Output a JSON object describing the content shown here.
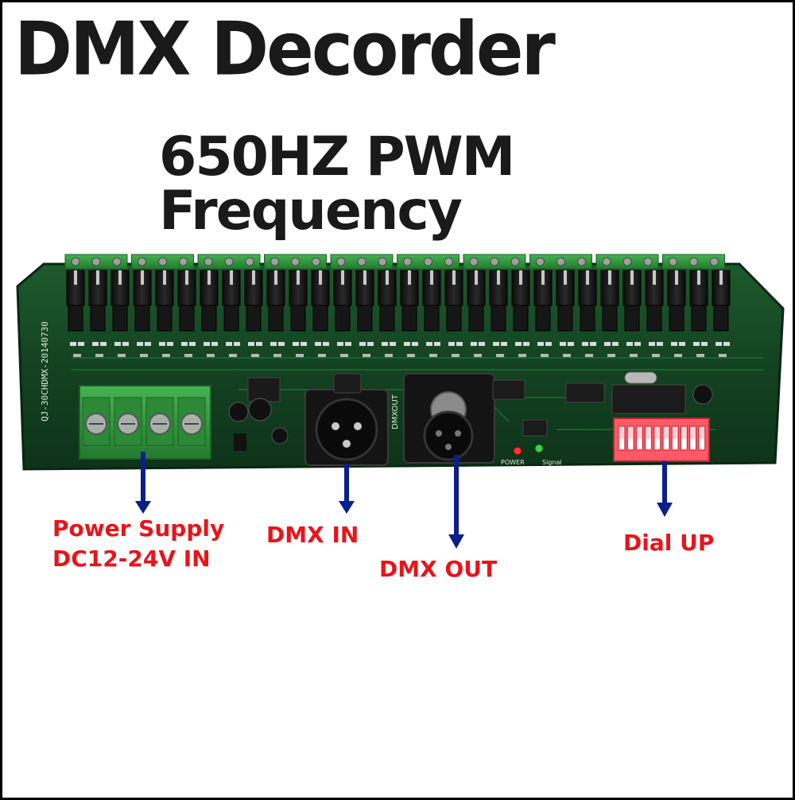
{
  "title": "DMX Decorder",
  "subtitle": "650HZ PWM Frequency",
  "callouts": {
    "power_line1": "Power Supply",
    "power_line2": "DC12-24V IN",
    "dmx_in": "DMX IN",
    "dmx_out": "DMX OUT",
    "dial_up": "Dial UP"
  },
  "board": {
    "silkscreen_id": "QJ-30CHDMX-20140730",
    "dmx_out_label": "DMXOUT",
    "power_led_label": "POWER",
    "signal_led_label": "Signal"
  },
  "colors": {
    "pcb_green": "#123d1f",
    "terminal_green": "#2f9a3c",
    "arrow_blue": "#0a1f8c",
    "label_red": "#e8141b"
  }
}
